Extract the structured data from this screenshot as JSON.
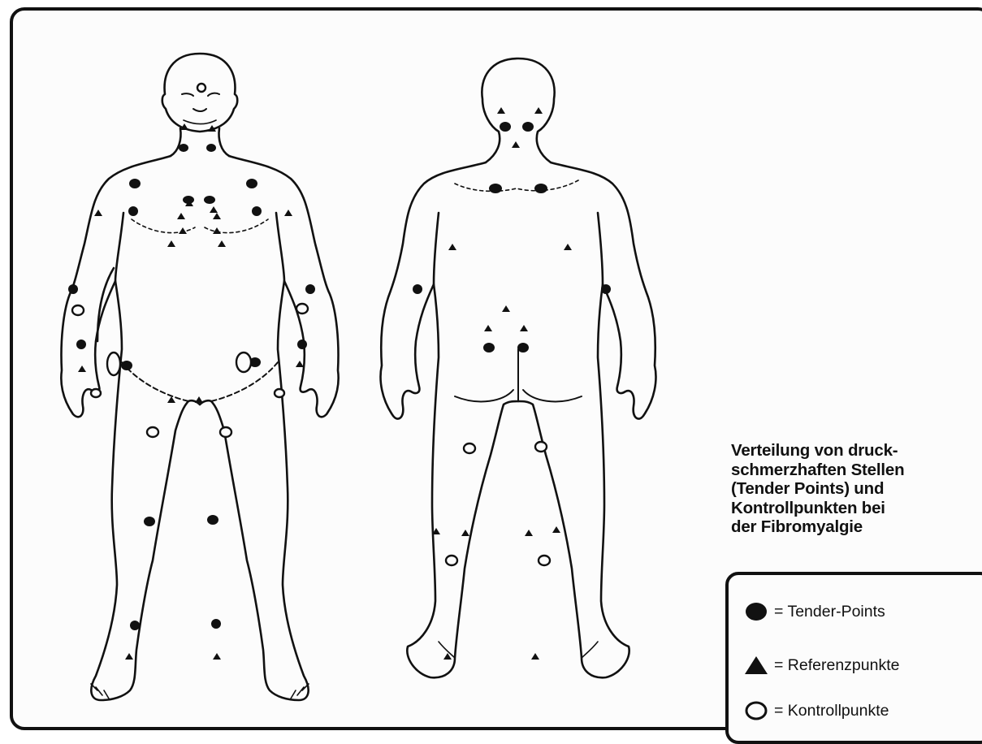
{
  "caption": {
    "lines": [
      "Verteilung von druck-",
      "schmerzhaften Stellen",
      "(Tender Points) und",
      "Kontrollpunkten bei",
      "der Fibromyalgie"
    ]
  },
  "legend": {
    "items": [
      {
        "symbol": "filled-circle-icon",
        "label": "= Tender-Points"
      },
      {
        "symbol": "filled-triangle-icon",
        "label": "= Referenzpunkte"
      },
      {
        "symbol": "open-circle-icon",
        "label": "= Kontrollpunkte"
      }
    ]
  },
  "colors": {
    "ink": "#111111",
    "background": "#fcfcfc"
  },
  "figures": {
    "front": {
      "view": "front"
    },
    "back": {
      "view": "back"
    }
  }
}
